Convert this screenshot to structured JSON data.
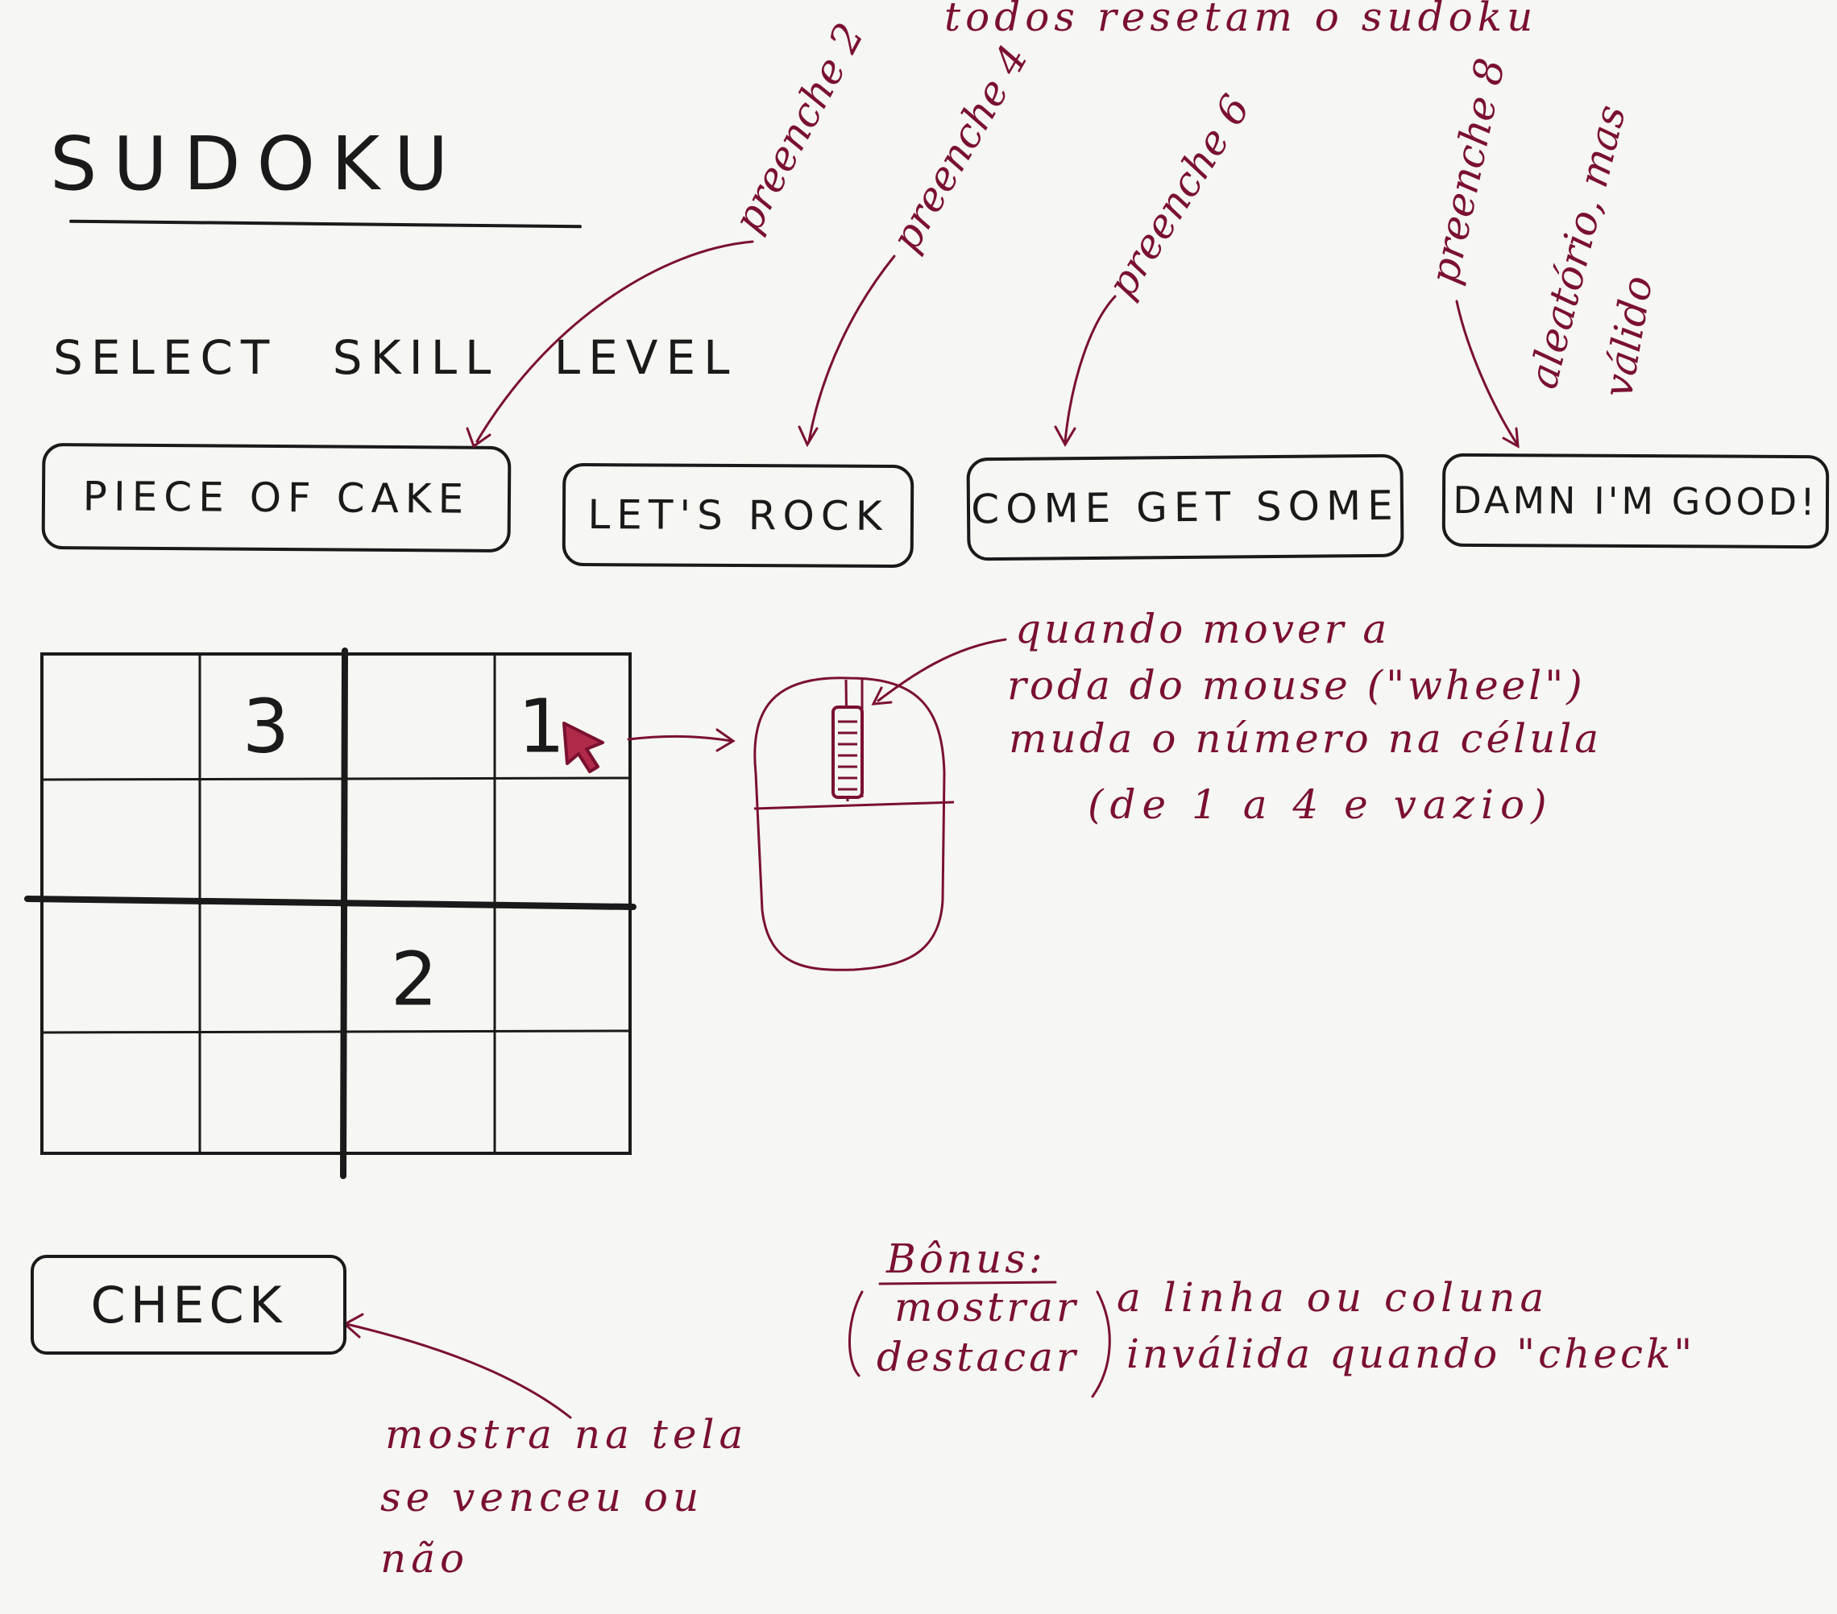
{
  "title": "SUDOKU",
  "skill_label": "SELECT SKILL LEVEL",
  "levels": [
    {
      "label": "PIECE OF CAKE",
      "note": "preenche 2"
    },
    {
      "label": "LET'S ROCK",
      "note": "preenche 4"
    },
    {
      "label": "COME GET SOME",
      "note": "preenche 6"
    },
    {
      "label": "DAMN I'M GOOD!",
      "note": "preenche 8"
    }
  ],
  "notes": {
    "reset": "todos resetam o sudoku",
    "random_valid_1": "aleatório, mas",
    "random_valid_2": "válido",
    "wheel_1": "quando mover a",
    "wheel_2": "roda do mouse (\"wheel\")",
    "wheel_3": "muda o número na célula",
    "wheel_4": "(de 1 a 4 e vazio)",
    "check_1": "mostra na tela",
    "check_2": "se venceu ou",
    "check_3": "não",
    "bonus_title": "Bônus:",
    "bonus_opt1": "mostrar",
    "bonus_opt2": "destacar",
    "bonus_text1": "a linha ou coluna",
    "bonus_text2": "inválida quando \"check\""
  },
  "board": {
    "cells": [
      [
        "",
        "3",
        "",
        "1"
      ],
      [
        "",
        "",
        "",
        ""
      ],
      [
        "",
        "",
        "2",
        ""
      ],
      [
        "",
        "",
        "",
        ""
      ]
    ]
  },
  "check_label": "CHECK",
  "colors": {
    "ink": "#1a1a1a",
    "red_pen": "#7a1030",
    "paper": "#f6f6f2"
  },
  "icons": [
    "mouse-cursor-icon",
    "mouse-device-icon"
  ]
}
